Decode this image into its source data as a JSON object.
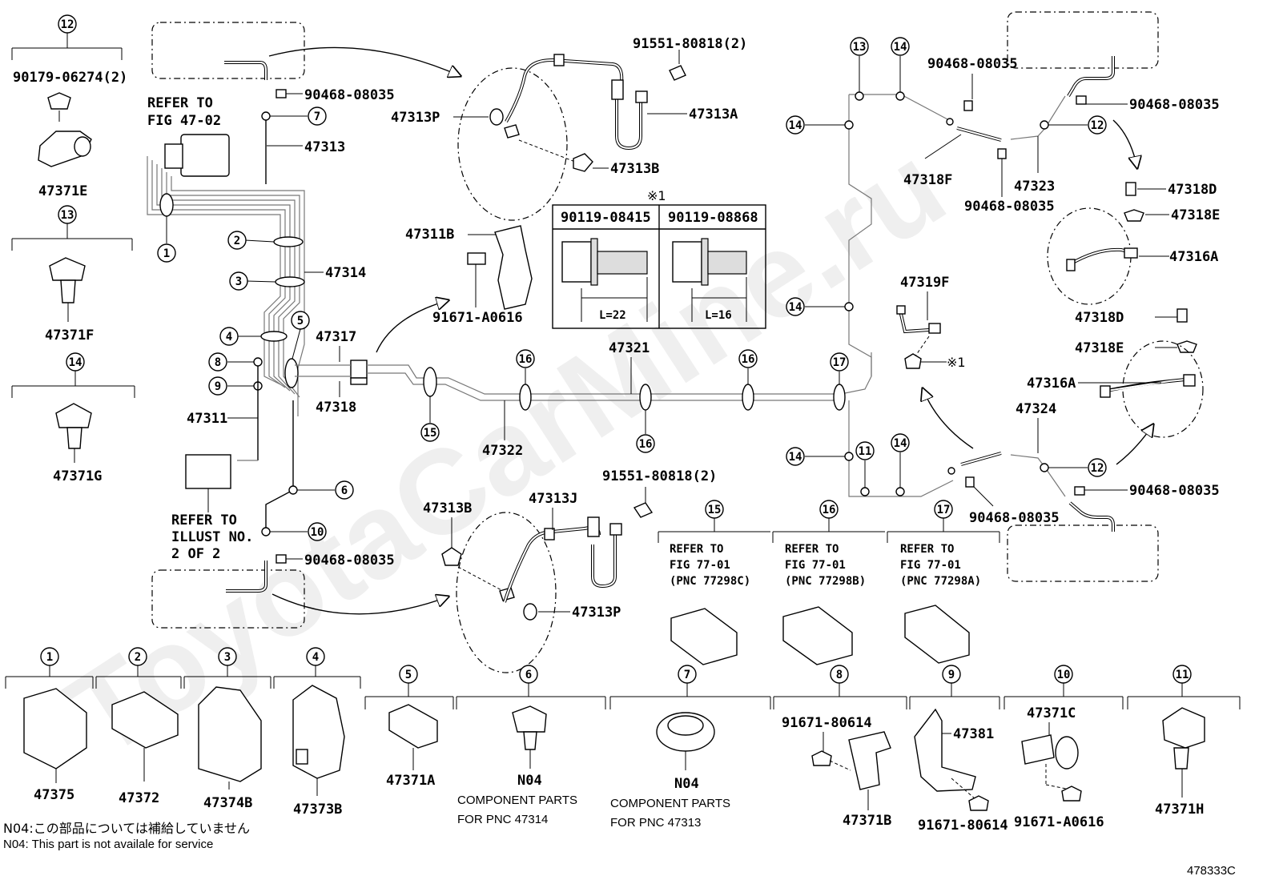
{
  "watermark": "ToyotaCarMine.ru",
  "diagram_id": "478333C",
  "callouts": [
    "1",
    "2",
    "3",
    "4",
    "5",
    "6",
    "7",
    "8",
    "9",
    "10",
    "11",
    "12",
    "13",
    "14",
    "15",
    "16",
    "17"
  ],
  "refer": {
    "fig4702": [
      "REFER TO",
      "FIG 47-02"
    ],
    "illust": [
      "REFER TO",
      "ILLUST NO.",
      "2 OF 2"
    ],
    "c15": [
      "REFER TO",
      "FIG 77-01",
      "(PNC 77298C)"
    ],
    "c16": [
      "REFER TO",
      "FIG 77-01",
      "(PNC 77298B)"
    ],
    "c17": [
      "REFER TO",
      "FIG 77-01",
      "(PNC 77298A)"
    ]
  },
  "parts": {
    "p47313": "47313",
    "p47314": "47314",
    "p47311": "47311",
    "p47317": "47317",
    "p47318": "47318",
    "p47321": "47321",
    "p47322": "47322",
    "p47313P": "47313P",
    "p47313A": "47313A",
    "p47313B": "47313B",
    "p47313J": "47313J",
    "p47311B": "47311B",
    "p91671A0616": "91671-A0616",
    "p9155180818": "91551-80818(2)",
    "p9046808035": "90468-08035",
    "p47318F": "47318F",
    "p47323": "47323",
    "p47319F": "47319F",
    "p47318D": "47318D",
    "p47318E": "47318E",
    "p47316A": "47316A",
    "p47324": "47324",
    "p9017906274": "90179-06274(2)",
    "p47371E": "47371E",
    "p47371F": "47371F",
    "p47371G": "47371G",
    "p47375": "47375",
    "p47372": "47372",
    "p47374B": "47374B",
    "p47373B": "47373B",
    "p47371A": "47371A",
    "pN04": "N04",
    "p9167180614": "91671-80614",
    "p47371B": "47371B",
    "p47381": "47381",
    "p47371C": "47371C",
    "p47371H": "47371H"
  },
  "bolt_table": {
    "mark": "※1",
    "headers": [
      "90119-08415",
      "90119-08868"
    ],
    "lengths": [
      "L=22",
      "L=16"
    ]
  },
  "star_ref": "※1",
  "component_notes": {
    "c6": [
      "COMPONENT PARTS",
      "FOR PNC 47314"
    ],
    "c7": [
      "COMPONENT PARTS",
      "FOR PNC 47313"
    ]
  },
  "footnotes": {
    "jp": "N04:この部品については補給していません",
    "en": "N04: This part is not availale for service"
  }
}
